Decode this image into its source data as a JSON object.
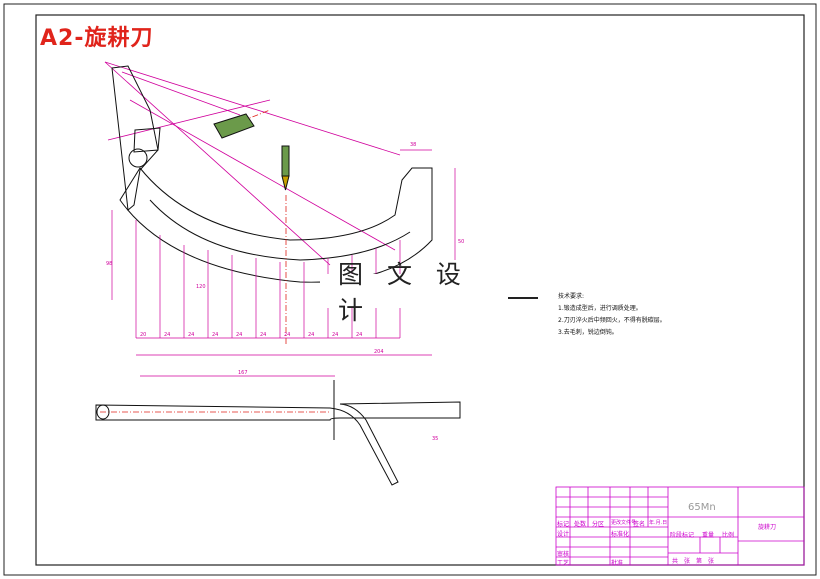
{
  "drawing": {
    "title": "A2-旋耕刀",
    "watermark": "图 文 设 计",
    "tech_notes": {
      "heading": "技术要求:",
      "items": [
        "1.锻造成型后，进行调质处理。",
        "2.刀刃淬火后中频回火，不得有脱碳层。",
        "3.去毛刺，锐边倒钝。"
      ]
    },
    "title_block": {
      "material": "65Mn",
      "part_name": "旋耕刀",
      "labels": {
        "mark": "标记",
        "count": "处数",
        "zone": "分区",
        "doc_no": "更改文件号",
        "sign": "签名",
        "date": "年.月.日",
        "design": "设计",
        "standard": "标准化",
        "review": "审核",
        "process": "工艺",
        "approve": "批准",
        "stage_mark": "阶段标记",
        "weight": "重量",
        "scale": "比例",
        "sheets": "共　张　第　张"
      }
    },
    "dims": {
      "top_a": "38",
      "right_h": "50",
      "left_h": "98",
      "mid_h": "120",
      "row": [
        "20",
        "24",
        "24",
        "24",
        "24",
        "24",
        "24",
        "24",
        "24",
        "24"
      ],
      "total_b": "204",
      "total_c": "167",
      "side_a": "35"
    }
  }
}
